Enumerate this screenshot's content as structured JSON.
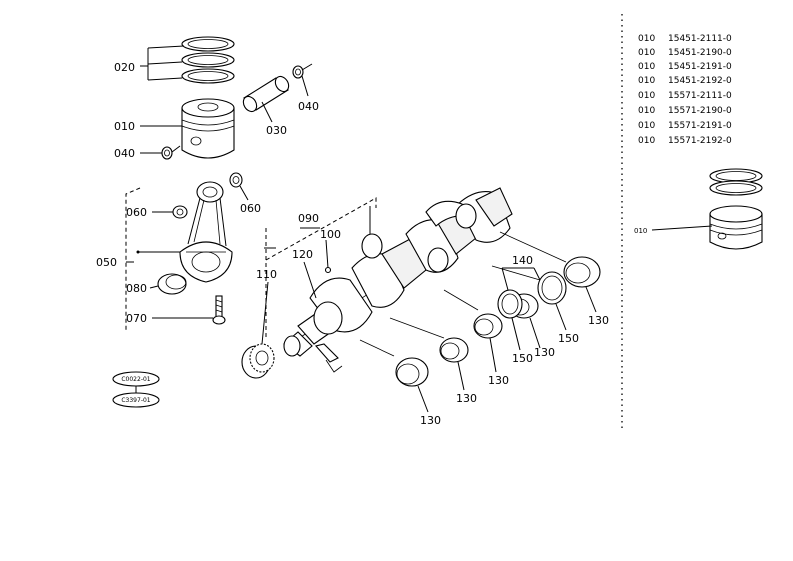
{
  "callouts": {
    "c020": "020",
    "c010": "010",
    "c040a": "040",
    "c030": "030",
    "c040b": "040",
    "c060a": "060",
    "c060b": "060",
    "c050": "050",
    "c080": "080",
    "c070": "070",
    "c090": "090",
    "c100": "100",
    "c110": "110",
    "c120": "120",
    "c140": "140",
    "c130a": "130",
    "c130b": "130",
    "c130c": "130",
    "c130d": "130",
    "c130e": "130",
    "c150a": "150",
    "c150b": "150",
    "c010b": "010"
  },
  "ref_badges": [
    "C0022-01",
    "C3397-01"
  ],
  "parts_list": [
    {
      "code": "010",
      "part": "15451-2111-0"
    },
    {
      "code": "010",
      "part": "15451-2190-0"
    },
    {
      "code": "010",
      "part": "15451-2191-0"
    },
    {
      "code": "010",
      "part": "15451-2192-0"
    },
    {
      "code": "010",
      "part": "15571-2111-0"
    },
    {
      "code": "010",
      "part": "15571-2190-0"
    },
    {
      "code": "010",
      "part": "15571-2191-0"
    },
    {
      "code": "010",
      "part": "15571-2192-0"
    }
  ]
}
